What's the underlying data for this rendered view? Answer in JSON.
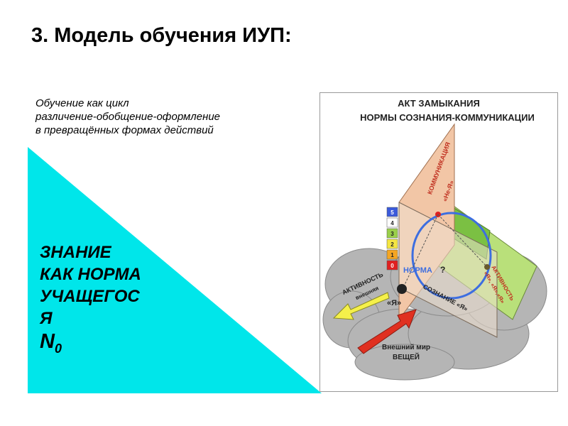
{
  "title": "3. Модель обучения ИУП:",
  "subtitle": {
    "line1": "Обучение как цикл",
    "line2": "различение-обобщение-оформление",
    "line3": "в превращённых формах действий"
  },
  "triangle": {
    "color": "#00e6ea",
    "line1": "ЗНАНИЕ",
    "line2": "КАК НОРМА",
    "line3": "УЧАЩЕГОС",
    "line4": "Я",
    "norm_symbol": "N",
    "norm_subscript": "0"
  },
  "diagram": {
    "header_line1": "АКТ ЗАМЫКАНИЯ",
    "header_line2": "НОРМЫ СОЗНАНИЯ-КОММУНИКАЦИИ",
    "communication_label": "КОММУНИКАЦИЯ",
    "communication_sub": "«Не-Я»",
    "activity_label": "АКТИВНОСТЬ",
    "activity_sub": "внешняя",
    "activity_right_label": "АКТИВНОСТЬ",
    "activity_right_sub": "«Я», «Я»,«Я»",
    "norm_label": "НОРМА",
    "norm_question": "?",
    "self_label": "«Я»",
    "consciousness_label": "СОЗНАНИЕ «Я»",
    "outer_world_line1": "Внешний мир",
    "outer_world_line2": "ВЕЩЕЙ",
    "levels": [
      {
        "label": "5",
        "color": "#3b5bdb"
      },
      {
        "label": "4",
        "color": "#ffffff"
      },
      {
        "label": "3",
        "color": "#9ad04a"
      },
      {
        "label": "2",
        "color": "#f5e642"
      },
      {
        "label": "1",
        "color": "#f5a623"
      },
      {
        "label": "0",
        "color": "#e02020"
      }
    ],
    "colors": {
      "plane_pink": "#f2c6a6",
      "plane_green": "#b9e07a",
      "cloud": "#b5b5b5",
      "circle": "#3d6ee0",
      "arrow_yellow": "#f5f04a",
      "arrow_red": "#e03020"
    }
  }
}
